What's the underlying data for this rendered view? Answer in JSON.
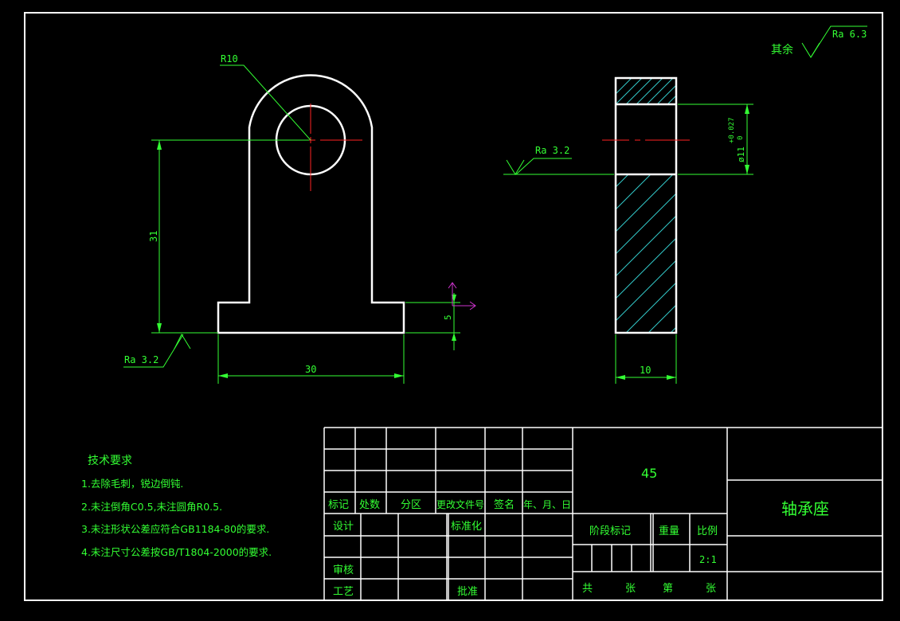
{
  "drawing": {
    "colors": {
      "outline": "#ffffff",
      "dimension": "#33ff33",
      "center": "#ff2222",
      "hatch": "#33cccc",
      "axis": "#cc33cc"
    },
    "front_view": {
      "radius_label": "R10",
      "height_dim": "31",
      "width_dim": "30",
      "base_dim": "5",
      "roughness": "Ra 3.2"
    },
    "side_view": {
      "bore_dim": "ø11",
      "tol_upper": "+0.027",
      "tol_lower": "0",
      "width_dim": "10",
      "roughness": "Ra 3.2"
    },
    "general_roughness": {
      "prefix": "其余",
      "value": "Ra 6.3"
    }
  },
  "notes": {
    "title": "技术要求",
    "items": [
      "1.去除毛刺，锐边倒钝.",
      "2.未注倒角C0.5,未注圆角R0.5.",
      "3.未注形状公差应符合GB1184-80的要求.",
      "4.未注尺寸公差按GB/T1804-2000的要求."
    ]
  },
  "title_block": {
    "rev_headers": [
      "标记",
      "处数",
      "分区",
      "更改文件号",
      "签名",
      "年、月、日"
    ],
    "design": "设计",
    "standardize": "标准化",
    "review": "审核",
    "process": "工艺",
    "approve": "批准",
    "material": "45",
    "stage_mark": "阶段标记",
    "weight": "重量",
    "scale_label": "比例",
    "scale_value": "2:1",
    "sheets": [
      "共",
      "张",
      "第",
      "张"
    ],
    "part_name": "轴承座"
  }
}
